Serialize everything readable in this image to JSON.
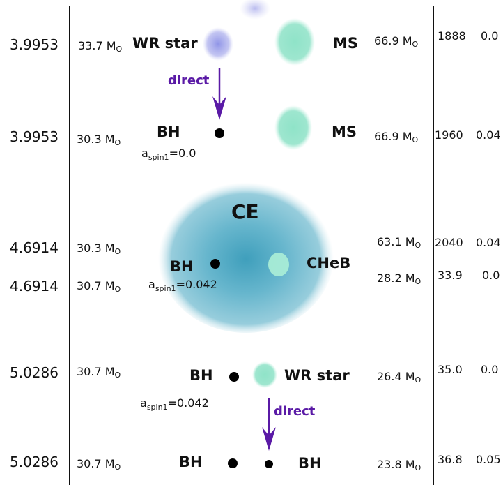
{
  "rows": [
    {
      "time": "3.9953",
      "mass1": "33.7 M",
      "mass2": "66.9 M",
      "col_a": "1888",
      "col_b": "0.0",
      "star1": "WR star",
      "star2": "MS"
    },
    {
      "time": "3.9953",
      "mass1": "30.3 M",
      "mass2": "66.9 M",
      "col_a": "1960",
      "col_b": "0.04",
      "star1": "BH",
      "star2": "MS",
      "spin": "=0.0"
    },
    {
      "time": "4.6914",
      "mass1": "30.3 M",
      "mass2": "63.1 M",
      "col_a": "2040",
      "col_b": "0.04"
    },
    {
      "time": "4.6914",
      "mass1": "30.7 M",
      "mass2": "28.2 M",
      "col_a": "33.9",
      "col_b": "0.0",
      "star1": "BH",
      "star2": "CHeB",
      "spin": "=0.042"
    },
    {
      "time": "5.0286",
      "mass1": "30.7 M",
      "mass2": "26.4 M",
      "col_a": "35.0",
      "col_b": "0.0",
      "star1": "BH",
      "star2": "WR star",
      "spin": "=0.042"
    },
    {
      "time": "5.0286",
      "mass1": "30.7 M",
      "mass2": "23.8 M",
      "col_a": "36.8",
      "col_b": "0.05",
      "star1": "BH",
      "star2": "BH"
    }
  ],
  "mass_subscript": "O",
  "spin_symbol": "a",
  "spin_subscript": "spin1",
  "ce_label": "CE",
  "event_label": "direct",
  "colors": {
    "wr_star": "#8c8fe0",
    "ms": "#8fe3c8",
    "ce": "#5bb3c8",
    "arrow": "#5a1aa6",
    "bh": "#000000"
  }
}
